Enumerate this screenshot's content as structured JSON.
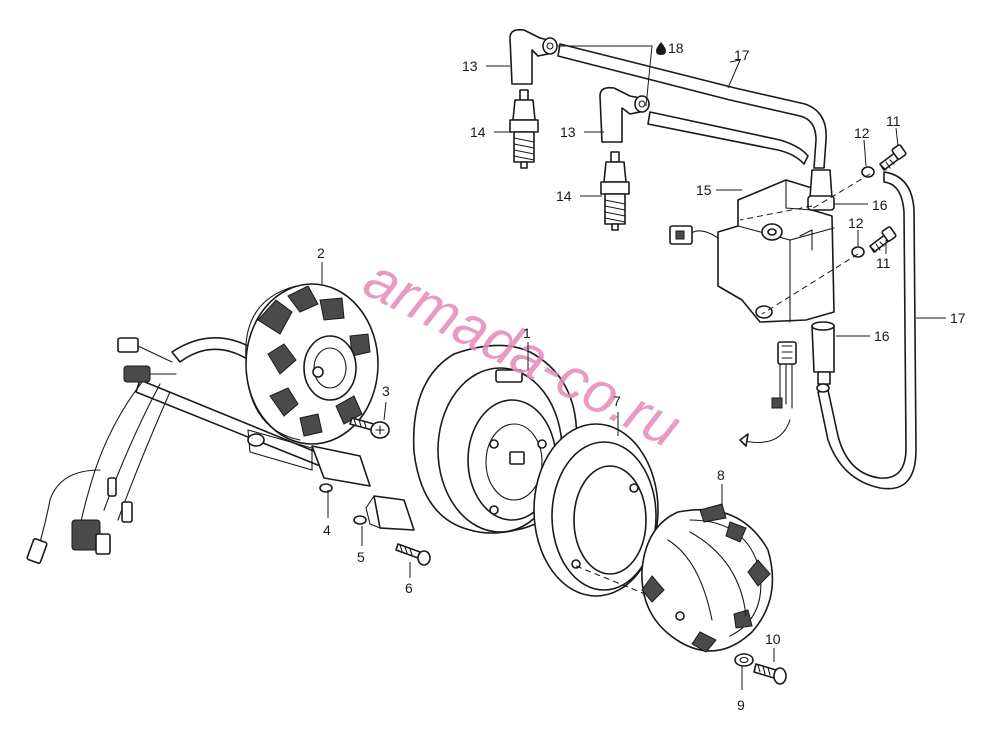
{
  "watermark": "armada-co.ru",
  "colors": {
    "line": "#1a1a1a",
    "watermark": "#e489b8",
    "background": "#ffffff"
  },
  "callouts": [
    {
      "id": "c13a",
      "text": "13"
    },
    {
      "id": "c14a",
      "text": "14"
    },
    {
      "id": "c13b",
      "text": "13"
    },
    {
      "id": "c14b",
      "text": "14"
    },
    {
      "id": "c18",
      "text": "18"
    },
    {
      "id": "c17a",
      "text": "17"
    },
    {
      "id": "c15",
      "text": "15"
    },
    {
      "id": "c16a",
      "text": "16"
    },
    {
      "id": "c12a",
      "text": "12"
    },
    {
      "id": "c11a",
      "text": "11"
    },
    {
      "id": "c12b",
      "text": "12"
    },
    {
      "id": "c11b",
      "text": "11"
    },
    {
      "id": "c16b",
      "text": "16"
    },
    {
      "id": "c17b",
      "text": "17"
    },
    {
      "id": "c2",
      "text": "2"
    },
    {
      "id": "c3",
      "text": "3"
    },
    {
      "id": "c1",
      "text": "1"
    },
    {
      "id": "c7",
      "text": "7"
    },
    {
      "id": "c4",
      "text": "4"
    },
    {
      "id": "c5",
      "text": "5"
    },
    {
      "id": "c6",
      "text": "6"
    },
    {
      "id": "c8",
      "text": "8"
    },
    {
      "id": "c10",
      "text": "10"
    },
    {
      "id": "c9",
      "text": "9"
    }
  ]
}
